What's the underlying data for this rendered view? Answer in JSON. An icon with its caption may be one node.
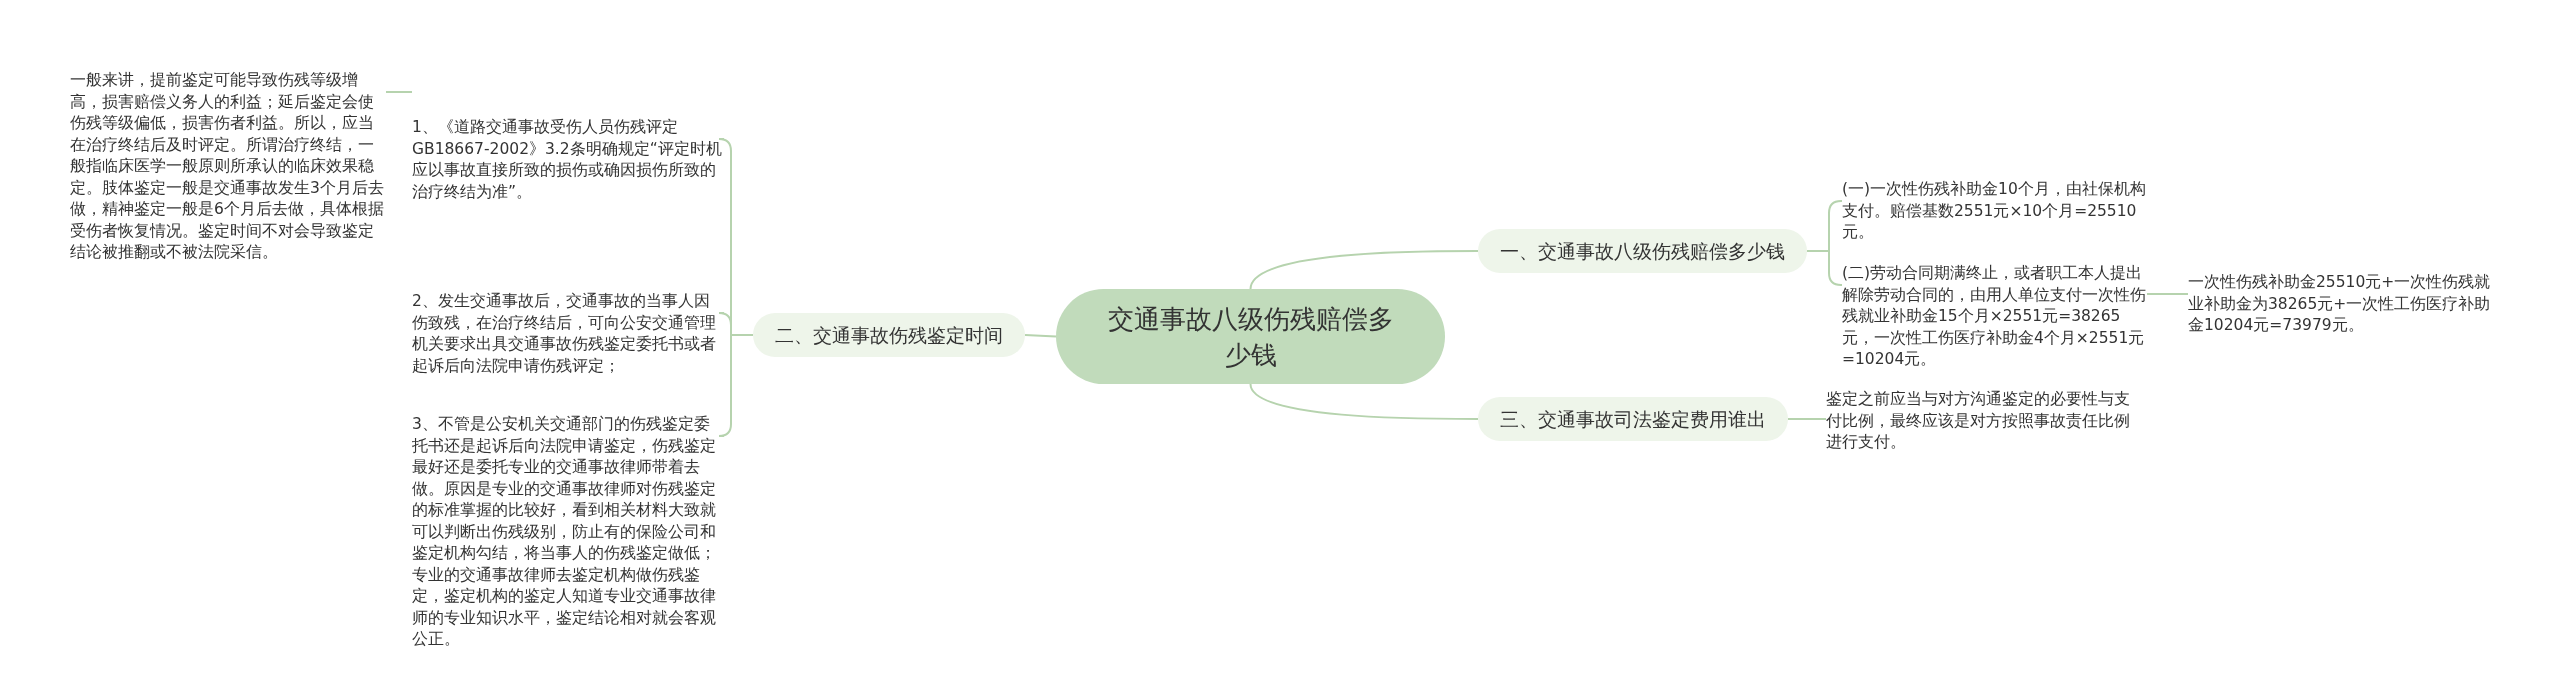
{
  "diagram": {
    "nodes": [
      {
        "text": [
          "交通事故八级伤残赔偿多少钱"
        ]
      },
      {
        "text": [
          "一、交通事故八级伤残赔偿多少钱"
        ]
      },
      {
        "text": [
          "(一)一次性伤残补助金10个月，由社保机构支付。赔偿基数2551元×10个月=25510元。"
        ]
      },
      {
        "text": [
          "(二)劳动合同期满终止，或者职工本人提出解除劳动合同的，由用人单位支付一次性伤残就业补助金15个月×2551元=38265元，一次性工伤医疗补助金4个月×2551元=10204元。"
        ]
      },
      {
        "text": [
          "一次性伤残补助金25510元+一次性伤残就业补助金为38265元+一次性工伤医疗补助金10204元=73979元。"
        ]
      },
      {
        "text": [
          "二、交通事故伤残鉴定时间"
        ]
      },
      {
        "text": [
          "1、《道路交通事故受伤人员伤残评定GB18667-2002》3.2条明确规定“评定时机应以事故直接所致的损伤或确因损伤所致的治疗终结为准”。"
        ]
      },
      {
        "text": [
          "一般来讲，提前鉴定可能导致伤残等级增高，损害赔偿义务人的利益；延后鉴定会使伤残等级偏低，损害伤者利益。所以，应当在治疗终结后及时评定。所谓治疗终结，一般指临床医学一般原则所承认的临床效果稳定。肢体鉴定一般是交通事故发生3个月后去做，精神鉴定一般是6个月后去做，具体根据受伤者恢复情况。鉴定时间不对会导致鉴定结论被推翻或不被法院采信。"
        ]
      },
      {
        "text": [
          "2、发生交通事故后，交通事故的当事人因伤致残，在治疗终结后，可向公安交通管理机关要求出具交通事故伤残鉴定委托书或者起诉后向法院申请伤残评定；"
        ]
      },
      {
        "text": [
          "3、不管是公安机关交通部门的伤残鉴定委托书还是起诉后向法院申请鉴定，伤残鉴定最好还是委托专业的交通事故律师带着去做。原因是专业的交通事故律师对伤残鉴定的标准掌握的比较好，看到相关材料大致就可以判断出伤残级别，防止有的保险公司和鉴定机构勾结，将当事人的伤残鉴定做低；专业的交通事故律师去鉴定机构做伤残鉴定，鉴定机构的鉴定人知道专业交通事故律师的专业知识水平，鉴定结论相对就会客观公正。"
        ]
      },
      {
        "text": [
          "三、交通事故司法鉴定费用谁出"
        ]
      },
      {
        "text": [
          "鉴定之前应当与对方沟通鉴定的必要性与支付比例，最终应该是对方按照事故责任比例进行支付。"
        ]
      }
    ],
    "edges": [
      {
        "from": 0,
        "to": 1,
        "arrow": "none"
      },
      {
        "from": 1,
        "to": 2,
        "arrow": "none"
      },
      {
        "from": 1,
        "to": 3,
        "arrow": "none"
      },
      {
        "from": 3,
        "to": 4,
        "arrow": "none"
      },
      {
        "from": 0,
        "to": 5,
        "arrow": "none"
      },
      {
        "from": 5,
        "to": 6,
        "arrow": "none"
      },
      {
        "from": 6,
        "to": 7,
        "arrow": "none"
      },
      {
        "from": 5,
        "to": 8,
        "arrow": "none"
      },
      {
        "from": 5,
        "to": 9,
        "arrow": "none"
      },
      {
        "from": 0,
        "to": 10,
        "arrow": "none"
      },
      {
        "from": 10,
        "to": 11,
        "arrow": "none"
      }
    ]
  }
}
